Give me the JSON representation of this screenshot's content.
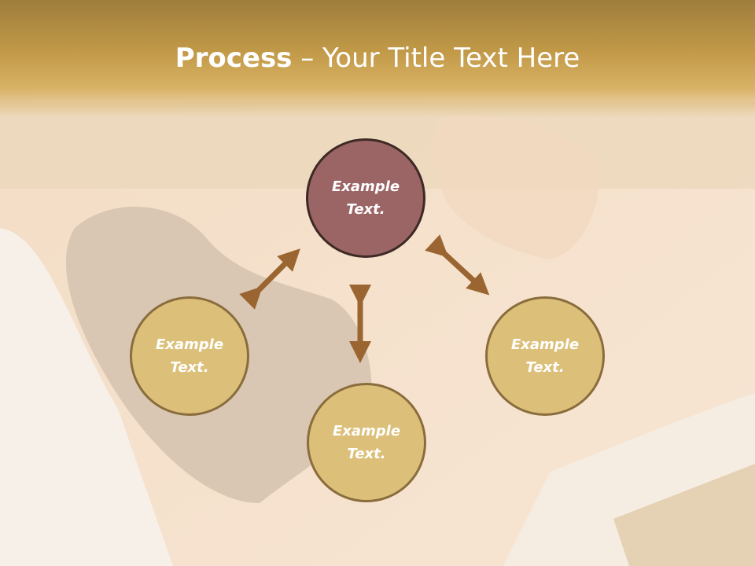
{
  "slide": {
    "title_bold": "Process",
    "title_rest": " – Your Title Text Here"
  },
  "nodes": {
    "top": "Example Text.",
    "left": "Example Text.",
    "right": "Example Text.",
    "bottom": "Example Text."
  },
  "colors": {
    "accent_top": "#9b6566",
    "node_fill": "#dcc07a",
    "arrow": "#9a6530",
    "title_bar": "#c29a48"
  }
}
